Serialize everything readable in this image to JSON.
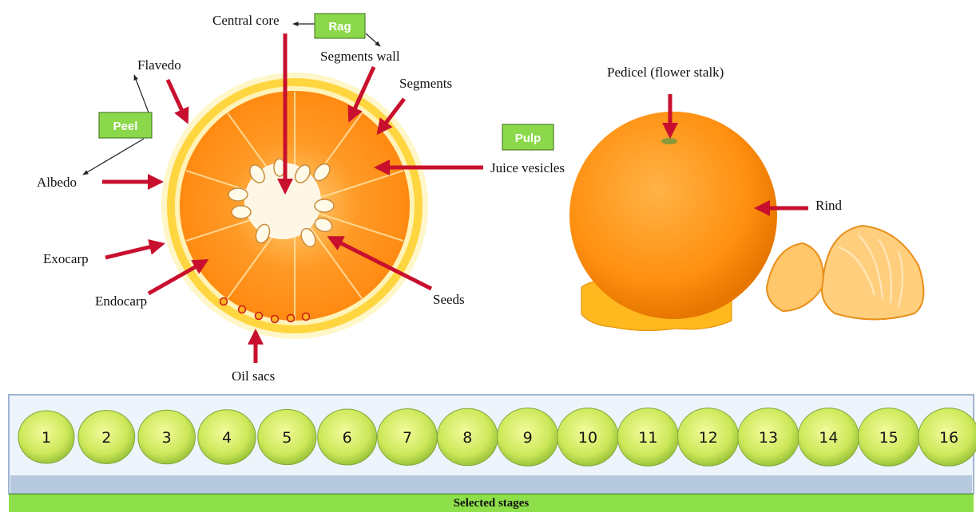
{
  "section_labels": {
    "rag": "Rag",
    "peel": "Peel",
    "pulp": "Pulp"
  },
  "slice_labels": {
    "central_core": "Central core",
    "segments_wall": "Segments wall",
    "flavedo": "Flavedo",
    "segments": "Segments",
    "albedo": "Albedo",
    "exocarp": "Exocarp",
    "endocarp": "Endocarp",
    "seeds": "Seeds",
    "oil_sacs": "Oil sacs"
  },
  "whole_fruit_labels": {
    "pedicel": "Pedicel (flower stalk)",
    "juice_vesicles": "Juice vesicles",
    "rind": "Rind"
  },
  "stages": {
    "numbers": [
      "1",
      "2",
      "3",
      "4",
      "5",
      "6",
      "7",
      "8",
      "9",
      "10",
      "11",
      "12",
      "13",
      "14",
      "15",
      "16"
    ],
    "caption": "Selected stages"
  },
  "colors": {
    "arrow": "#c8102e",
    "label_box": "#8bd84a",
    "orange_flesh": "#ff8c1a",
    "rind": "#ffcf3a",
    "fruit_green": "#d8ee5a"
  }
}
